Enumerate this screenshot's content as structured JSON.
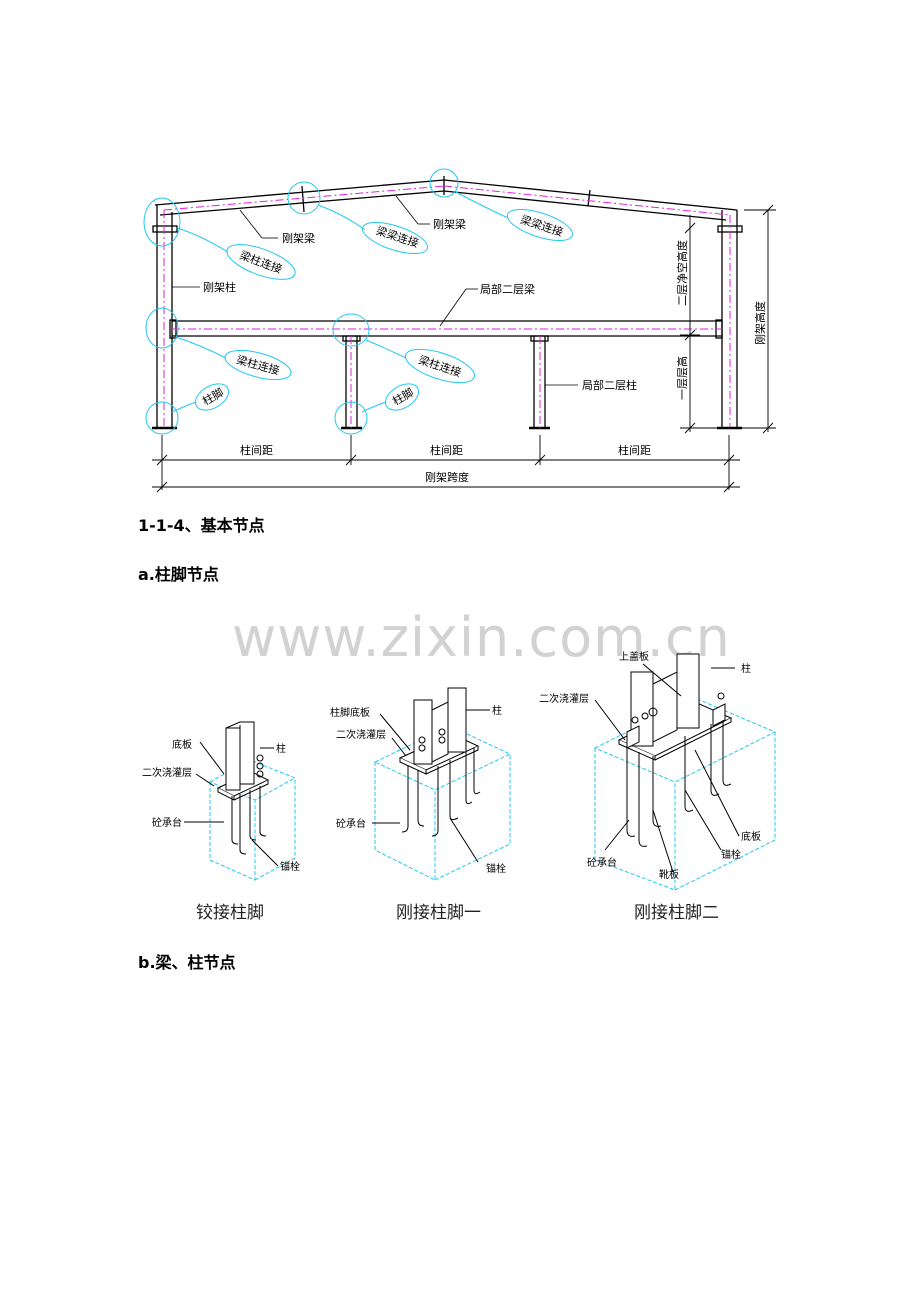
{
  "frame": {
    "labels": {
      "frame_beam": "刚架梁",
      "frame_beam_2": "刚架梁",
      "frame_column": "刚架柱",
      "partial_second_floor_beam": "局部二层梁",
      "partial_second_floor_column": "局部二层柱",
      "beam_beam_connection_1": "梁梁连接",
      "beam_beam_connection_2": "梁梁连接",
      "beam_column_connection_1": "梁柱连接",
      "beam_column_connection_2": "梁柱连接",
      "beam_column_connection_3": "梁柱连接",
      "column_foot_1": "柱脚",
      "column_foot_2": "柱脚",
      "second_floor_clear_height": "二层净空高度",
      "first_floor_height": "一层层高",
      "frame_height": "刚架高度",
      "column_spacing_1": "柱间距",
      "column_spacing_2": "柱间距",
      "column_spacing_3": "柱间距",
      "frame_span": "刚架跨度"
    }
  },
  "headings": {
    "section": "1-1-4、基本节点",
    "sub_a": "a.柱脚节点",
    "sub_b": "b.梁、柱节点"
  },
  "watermark": "www.zixin.com.cn",
  "details": {
    "hinged": {
      "caption": "铰接柱脚",
      "labels": {
        "base_plate": "底板",
        "grout": "二次浇灌层",
        "column": "柱",
        "pile_cap": "砼承台",
        "anchor_bolt": "锚栓"
      }
    },
    "rigid1": {
      "caption": "刚接柱脚一",
      "labels": {
        "base_plate": "柱脚底板",
        "grout": "二次浇灌层",
        "column": "柱",
        "pile_cap": "砼承台",
        "anchor_bolt": "锚栓"
      }
    },
    "rigid2": {
      "caption": "刚接柱脚二",
      "labels": {
        "top_cover": "上盖板",
        "column": "柱",
        "grout": "二次浇灌层",
        "base_plate": "底板",
        "anchor_bolt": "锚栓",
        "pile_cap": "砼承台",
        "stiffener": "靴板"
      }
    }
  },
  "colors": {
    "line": "#000000",
    "cyan": "#22c8f0",
    "magenta": "#e020e0"
  }
}
